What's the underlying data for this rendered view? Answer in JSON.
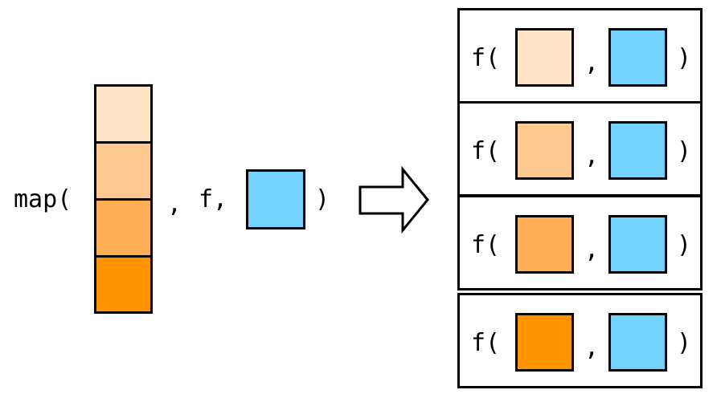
{
  "input": {
    "call_open": "map(",
    "sep1": ",",
    "func": "f,",
    "call_close": ")",
    "vector_colors": [
      "#FFE4C8",
      "#FFCA8F",
      "#FFAE55",
      "#FF9400"
    ],
    "arg_color": "#72D3FE"
  },
  "arrow": {
    "icon": "right-arrow-icon"
  },
  "output": {
    "rows": [
      {
        "fn_open": "f(",
        "comma": ",",
        "fn_close": ")",
        "color": "#FFE4C8"
      },
      {
        "fn_open": "f(",
        "comma": ",",
        "fn_close": ")",
        "color": "#FFCA8F"
      },
      {
        "fn_open": "f(",
        "comma": ",",
        "fn_close": ")",
        "color": "#FFAE55"
      },
      {
        "fn_open": "f(",
        "comma": ",",
        "fn_close": ")",
        "color": "#FF9400"
      }
    ],
    "arg_color": "#72D3FE"
  }
}
